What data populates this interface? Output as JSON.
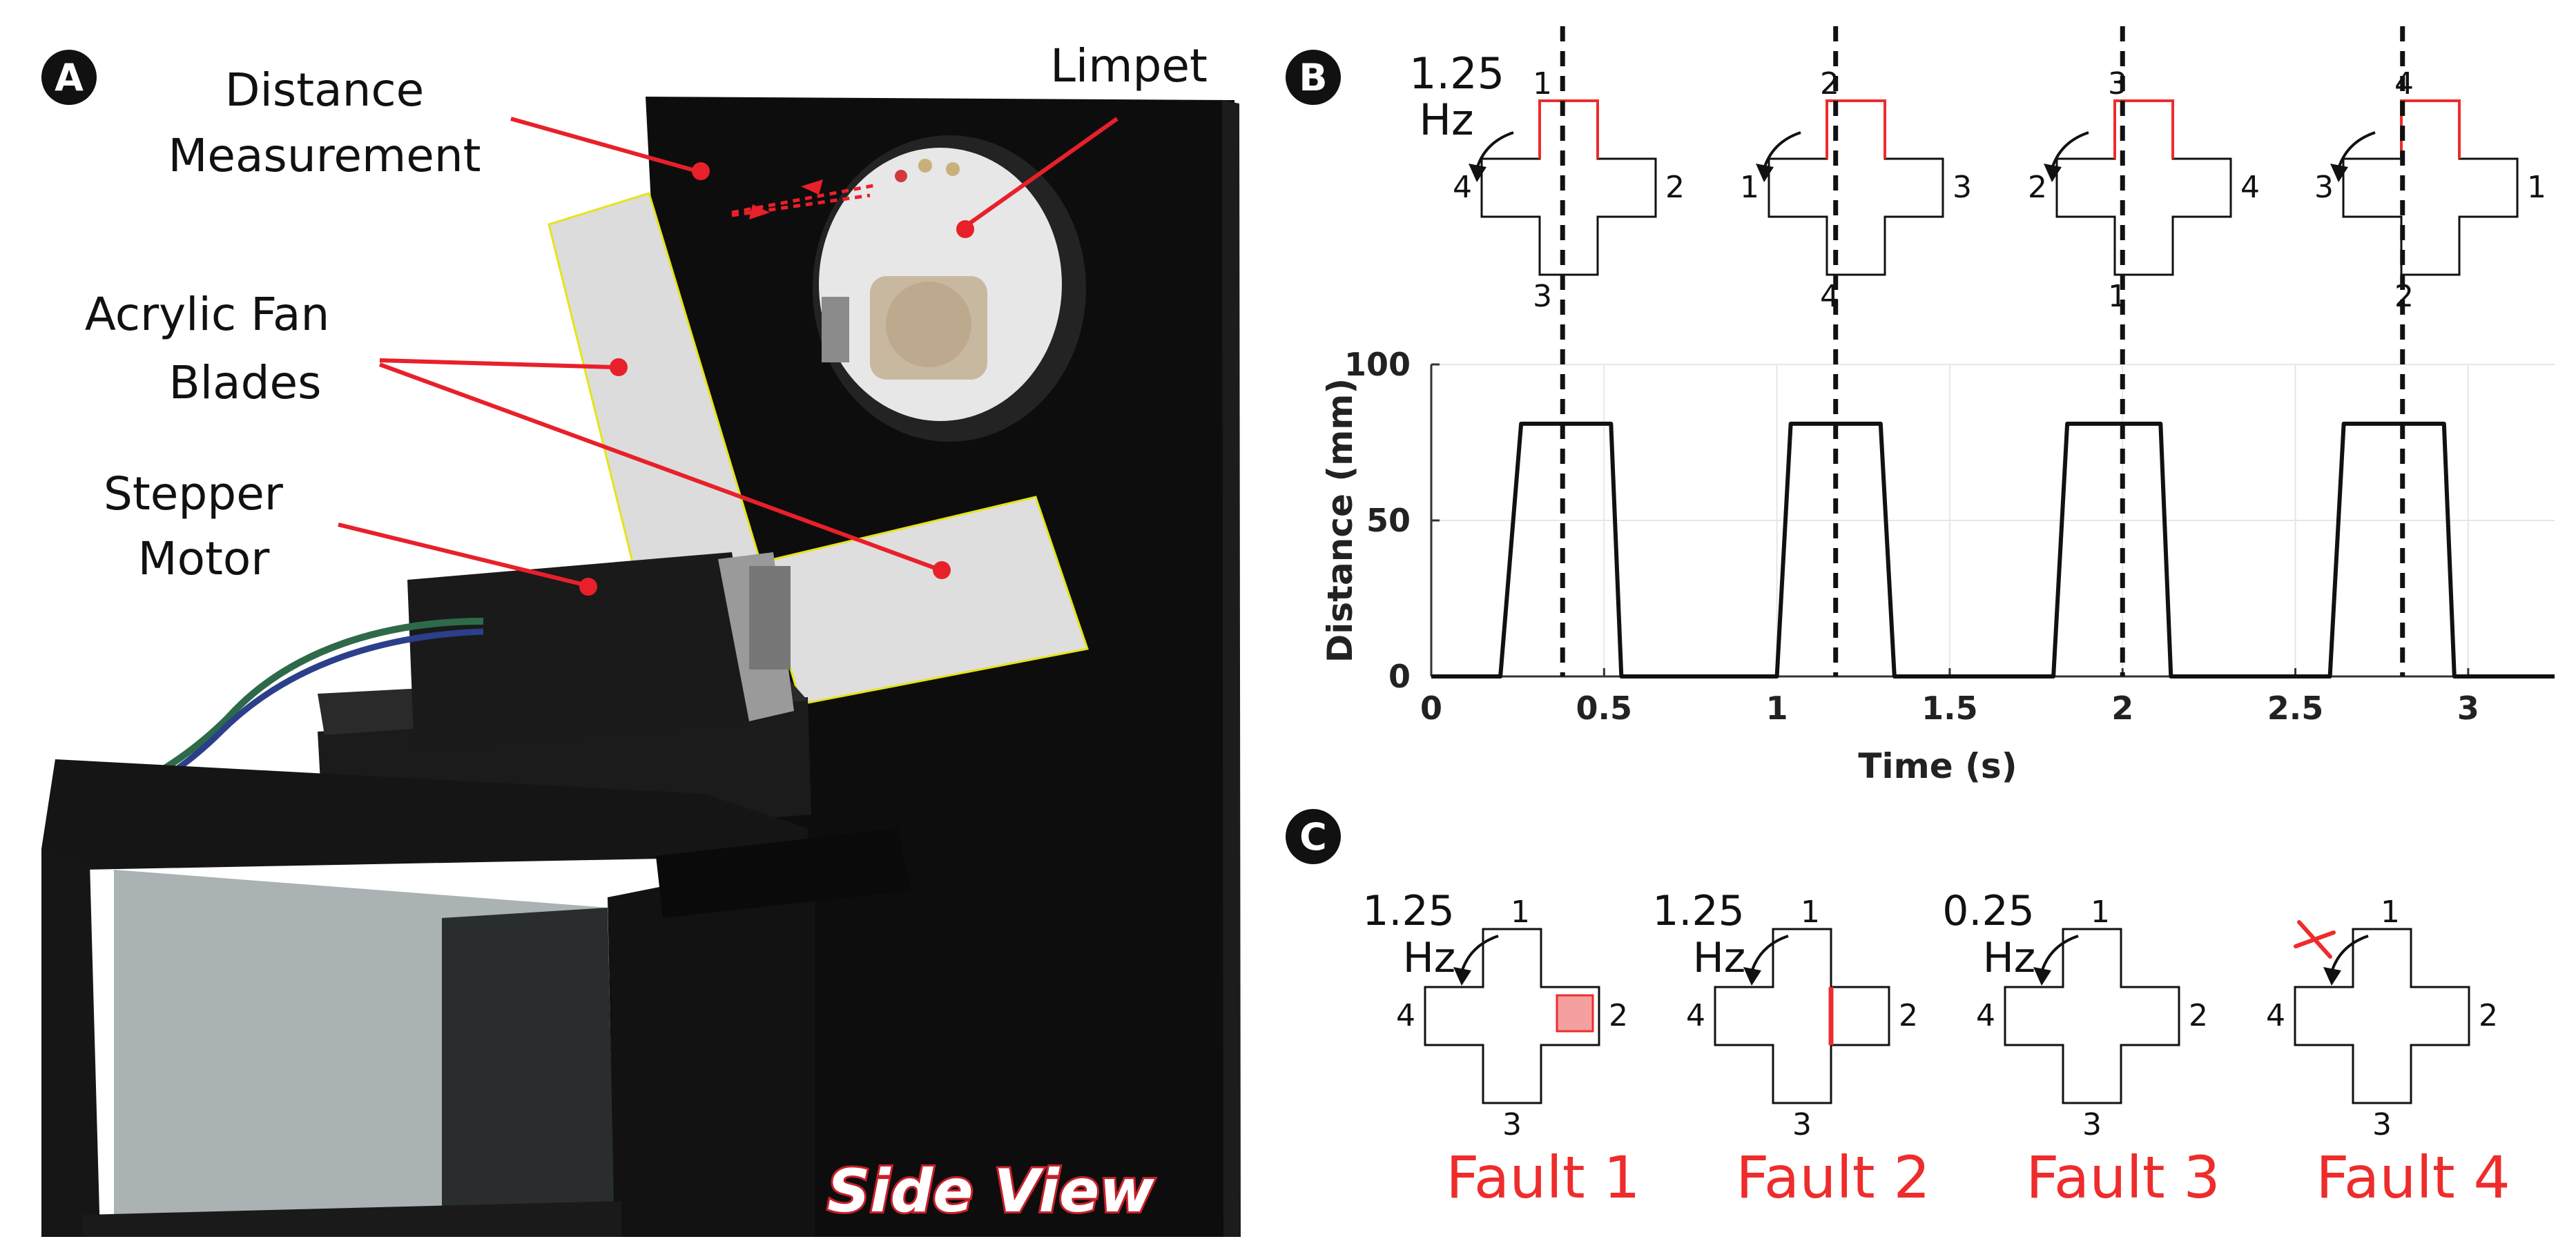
{
  "panel_a": {
    "letter": "A",
    "callouts": {
      "distance_line1": "Distance",
      "distance_line2": "Measurement",
      "limpet": "Limpet",
      "fan_line1": "Acrylic Fan",
      "fan_line2": "Blades",
      "stepper_line1": "Stepper",
      "stepper_line2": "Motor"
    },
    "view_label": "Side View"
  },
  "panel_b": {
    "letter": "B",
    "freq_value": "1.25",
    "freq_unit": "Hz",
    "crosses": [
      {
        "top": "1",
        "right": "2",
        "bottom": "3",
        "left": "4"
      },
      {
        "top": "2",
        "right": "3",
        "bottom": "4",
        "left": "1"
      },
      {
        "top": "3",
        "right": "4",
        "bottom": "1",
        "left": "2"
      },
      {
        "top": "4",
        "right": "1",
        "bottom": "2",
        "left": "3"
      }
    ]
  },
  "panel_c": {
    "letter": "C",
    "faults": [
      {
        "freq_value": "1.25",
        "freq_unit": "Hz",
        "label": "Fault 1",
        "top": "1",
        "right": "2",
        "bottom": "3",
        "left": "4"
      },
      {
        "freq_value": "1.25",
        "freq_unit": "Hz",
        "label": "Fault 2",
        "top": "1",
        "right": "2",
        "bottom": "3",
        "left": "4"
      },
      {
        "freq_value": "0.25",
        "freq_unit": "Hz",
        "label": "Fault 3",
        "top": "1",
        "right": "2",
        "bottom": "3",
        "left": "4"
      },
      {
        "freq_value": "",
        "freq_unit": "",
        "label": "Fault 4",
        "top": "1",
        "right": "2",
        "bottom": "3",
        "left": "4"
      }
    ]
  },
  "colors": {
    "accent_red": "#ee2c2c",
    "outline": "#111111",
    "dashed": "#111111"
  },
  "chart_data": {
    "type": "line",
    "xlabel": "Time (s)",
    "ylabel": "Distance (mm)",
    "xlim": [
      0,
      3.25
    ],
    "ylim": [
      0,
      100
    ],
    "xticks": [
      "0",
      "0.5",
      "1",
      "1.5",
      "2",
      "2.5",
      "3"
    ],
    "xtick_values": [
      0,
      0.5,
      1,
      1.5,
      2,
      2.5,
      3
    ],
    "yticks": [
      "0",
      "50",
      "100"
    ],
    "ytick_values": [
      0,
      50,
      100
    ],
    "grid": true,
    "series": [
      {
        "x": [
          0,
          0.2,
          0.26,
          0.52,
          0.55,
          1.0,
          1.04,
          1.3,
          1.34,
          1.8,
          1.84,
          2.11,
          2.14,
          2.6,
          2.64,
          2.93,
          2.96,
          3.25
        ],
        "y": [
          0,
          0,
          81,
          81,
          0,
          0,
          81,
          81,
          0,
          0,
          81,
          81,
          0,
          0,
          81,
          81,
          0,
          0
        ]
      }
    ],
    "vlines": [
      0.38,
      1.17,
      2.0,
      2.81
    ]
  }
}
